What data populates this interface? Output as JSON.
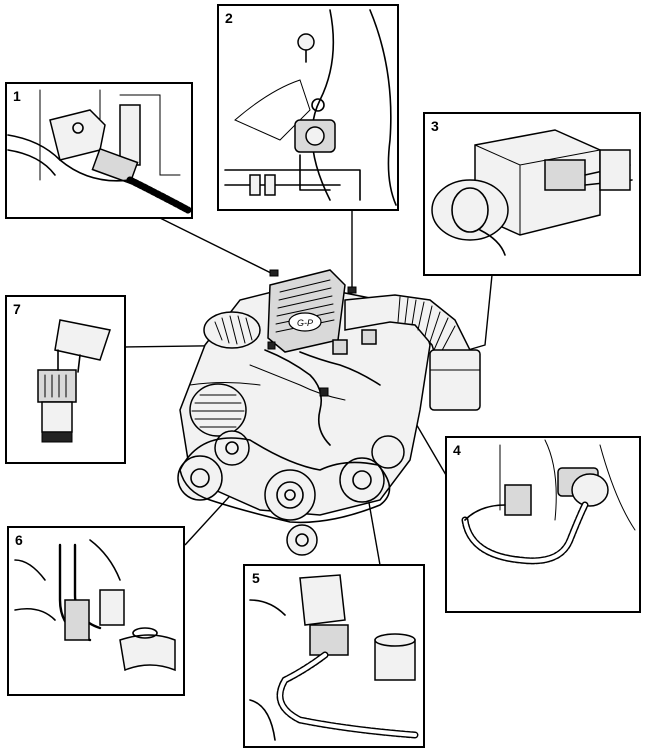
{
  "callouts": [
    {
      "id": "1",
      "label": "1"
    },
    {
      "id": "2",
      "label": "2"
    },
    {
      "id": "3",
      "label": "3"
    },
    {
      "id": "4",
      "label": "4"
    },
    {
      "id": "5",
      "label": "5"
    },
    {
      "id": "6",
      "label": "6"
    },
    {
      "id": "7",
      "label": "7"
    }
  ],
  "engine": {
    "badge_text": "G-P"
  }
}
